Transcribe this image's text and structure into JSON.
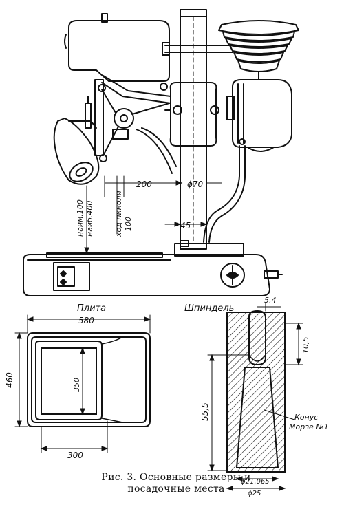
{
  "labels": {
    "plate_title": "Плита",
    "spindle_title": "Шпиндель",
    "morse_cone_line1": "Конус",
    "morse_cone_line2": "Морзе №1"
  },
  "dimensions": {
    "column_offset": "200",
    "column_diameter": "ϕ70",
    "column_base": "45",
    "height_min": "наим.100",
    "height_max": "наиб.400",
    "quill_travel_1": "ход пиноли",
    "quill_travel_2": "100",
    "plate_width": "580",
    "plate_height": "460",
    "slot_height": "350",
    "slot_width": "300",
    "spindle_top": "5,4",
    "spindle_pin": "10,5",
    "spindle_depth": "55,5",
    "spindle_bore": "ϕ21,065",
    "spindle_outer": "ϕ25"
  },
  "caption": {
    "line1": "Рис. 3. Основные размеры и",
    "line2": "посадочные места"
  }
}
